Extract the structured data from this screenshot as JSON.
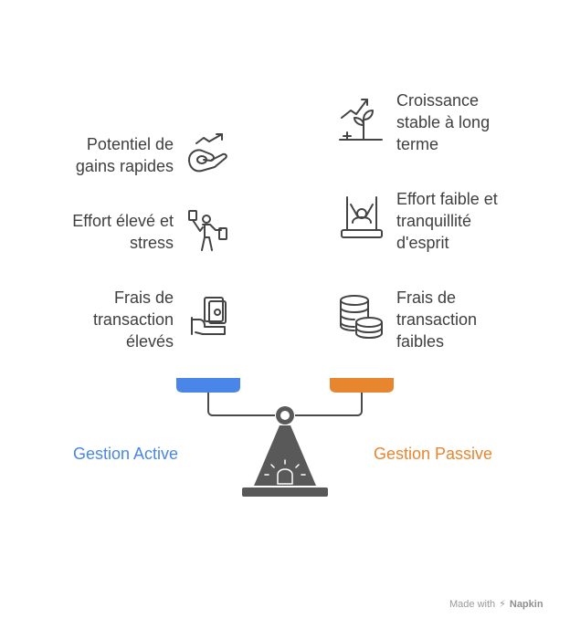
{
  "left_items": [
    {
      "text": [
        "Potentiel de",
        "gains rapides"
      ],
      "icon": "rising-money-icon"
    },
    {
      "text": [
        "Effort élevé et",
        "stress"
      ],
      "icon": "juggling-person-icon"
    },
    {
      "text": [
        "Frais de",
        "transaction",
        "élevés"
      ],
      "icon": "hand-with-money-icon"
    }
  ],
  "right_items": [
    {
      "text": [
        "Croissance",
        "stable à long",
        "terme"
      ],
      "icon": "growing-plant-icon"
    },
    {
      "text": [
        "Effort faible et",
        "tranquillité",
        "d'esprit"
      ],
      "icon": "person-on-swing-icon"
    },
    {
      "text": [
        "Frais de",
        "transaction",
        "faibles"
      ],
      "icon": "coin-stacks-icon"
    }
  ],
  "labels": {
    "left": "Gestion Active",
    "right": "Gestion Passive"
  },
  "colors": {
    "active": "#4a86e8",
    "passive": "#e8862f",
    "base": "#595959",
    "text": "#3f3f3f"
  },
  "footer": {
    "made_with": "Made with",
    "brand": "Napkin"
  }
}
